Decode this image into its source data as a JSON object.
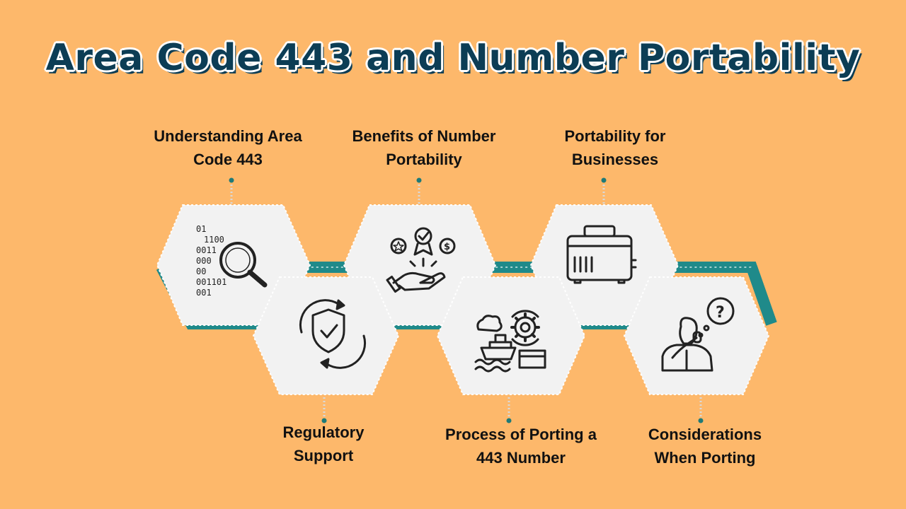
{
  "title": "Area Code 443 and Number Portability",
  "colors": {
    "background": "#FDB86B",
    "title": "#0C3D55",
    "ribbon": "#1F8A8A",
    "hexagon": "#F2F2F2",
    "connector": "#1F7A78"
  },
  "steps": [
    {
      "lines": [
        "Understanding Area",
        "Code 443"
      ],
      "icon": "binary-magnifier-icon",
      "binary": [
        "01",
        "1100",
        "0011",
        "000",
        "00",
        "001101",
        "001"
      ]
    },
    {
      "lines": [
        "Regulatory",
        "Support"
      ],
      "icon": "shield-check-cycle-icon"
    },
    {
      "lines": [
        "Benefits of Number",
        "Portability"
      ],
      "icon": "hand-award-coins-icon"
    },
    {
      "lines": [
        "Process of Porting a",
        "443 Number"
      ],
      "icon": "ship-gear-port-icon"
    },
    {
      "lines": [
        "Portability for",
        "Businesses"
      ],
      "icon": "toolbox-icon"
    },
    {
      "lines": [
        "Considerations",
        "When Porting"
      ],
      "icon": "person-thinking-question-icon"
    }
  ]
}
